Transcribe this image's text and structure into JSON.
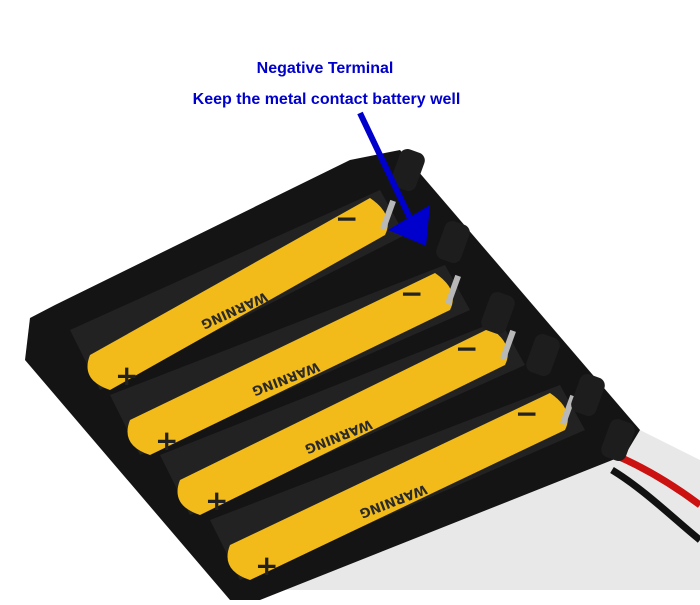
{
  "annotation": {
    "line1": "Negative Terminal",
    "line2": "Keep the metal contact battery well",
    "color": "#0000cc"
  },
  "slots": [
    {
      "warning": "WARNING",
      "polarity_neg": "−",
      "polarity_pos": "+"
    },
    {
      "warning": "WARNING",
      "polarity_neg": "−",
      "polarity_pos": "+"
    },
    {
      "warning": "WARNING",
      "polarity_neg": "−",
      "polarity_pos": "+"
    },
    {
      "warning": "WARNING",
      "polarity_neg": "−",
      "polarity_pos": "+"
    }
  ],
  "colors": {
    "holder": "#141414",
    "label": "#f2bb1a",
    "wire_red": "#cc1111",
    "wire_black": "#111111"
  }
}
